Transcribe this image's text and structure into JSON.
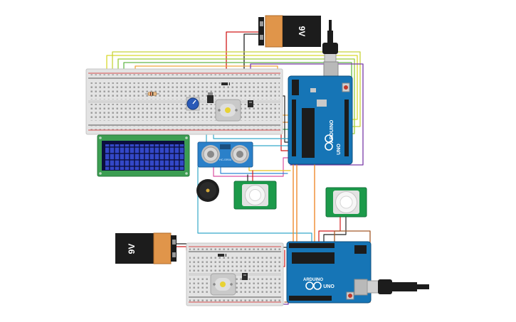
{
  "circuit": {
    "battery_top": {
      "label": "9V"
    },
    "battery_bottom": {
      "label": "9V"
    },
    "arduino_top": {
      "brand_text": "ARDUINO",
      "model_text": "UNO"
    },
    "arduino_bottom": {
      "brand_text": "ARDUINO",
      "model_text": "UNO"
    },
    "ultrasonic": {
      "label": "HC-SR04"
    }
  }
}
